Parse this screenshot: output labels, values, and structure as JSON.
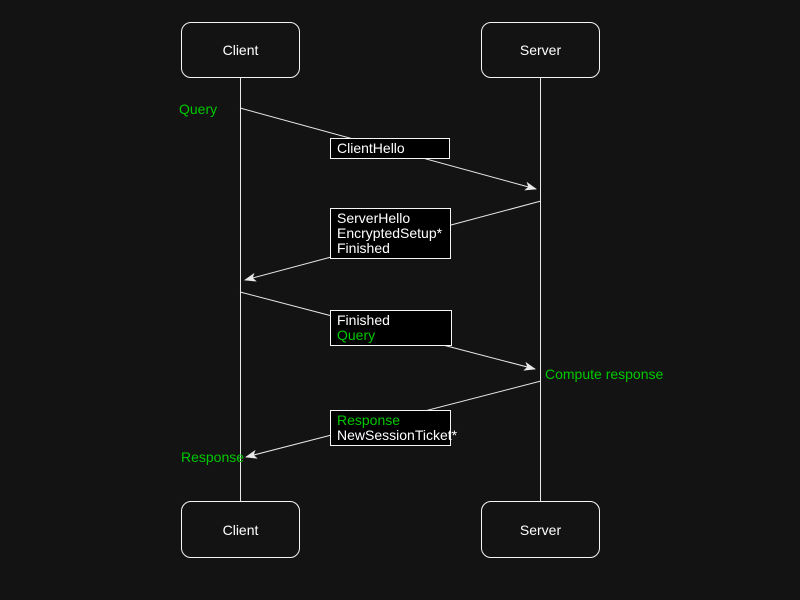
{
  "diagram": {
    "type": "sequence",
    "actors": {
      "client": "Client",
      "server": "Server"
    },
    "messages": [
      {
        "from": "Client",
        "to": "Server",
        "lines": [
          {
            "text": "ClientHello",
            "color": "white"
          }
        ]
      },
      {
        "from": "Server",
        "to": "Client",
        "lines": [
          {
            "text": "ServerHello",
            "color": "white"
          },
          {
            "text": "EncryptedSetup*",
            "color": "white"
          },
          {
            "text": "Finished",
            "color": "white"
          }
        ]
      },
      {
        "from": "Client",
        "to": "Server",
        "lines": [
          {
            "text": "Finished",
            "color": "white"
          },
          {
            "text": "Query",
            "color": "green"
          }
        ]
      },
      {
        "from": "Server",
        "to": "Client",
        "lines": [
          {
            "text": "Response",
            "color": "green"
          },
          {
            "text": "NewSessionTicket*",
            "color": "white"
          }
        ]
      }
    ],
    "annotations": [
      {
        "text": "Query",
        "position": "left-of-client-lifeline"
      },
      {
        "text": "Compute response",
        "position": "right-of-server-lifeline"
      },
      {
        "text": "Response",
        "position": "left-of-client-lifeline"
      }
    ],
    "colors": {
      "background": "#131313",
      "box_fill": "#000000",
      "stroke": "#e9e9e9",
      "text": "#ffffff",
      "accent_green": "#00c800"
    }
  }
}
